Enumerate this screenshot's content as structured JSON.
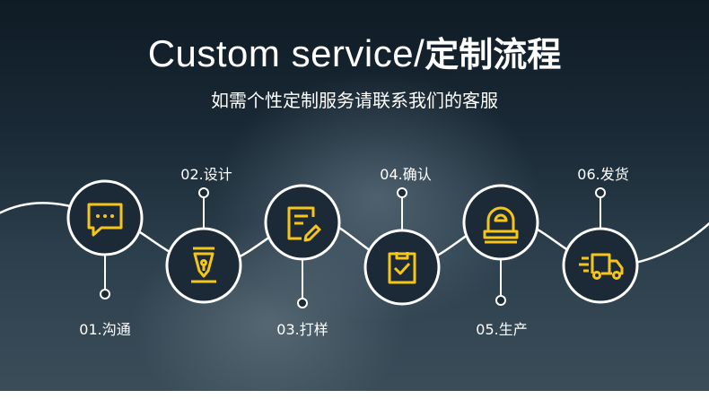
{
  "header": {
    "title_en": "Custom service/",
    "title_zh": "定制流程",
    "subtitle": "如需个性定制服务请联系我们的客服"
  },
  "steps": [
    {
      "label": "01.沟通",
      "icon": "chat-bubble-icon"
    },
    {
      "label": "02.设计",
      "icon": "pen-nib-icon"
    },
    {
      "label": "03.打样",
      "icon": "document-edit-icon"
    },
    {
      "label": "04.确认",
      "icon": "clipboard-check-icon"
    },
    {
      "label": "05.生产",
      "icon": "factory-machine-icon"
    },
    {
      "label": "06.发货",
      "icon": "delivery-truck-icon"
    }
  ],
  "colors": {
    "accent": "#f5c518",
    "circle_fill": "#1b2a36",
    "line": "#ffffff"
  }
}
